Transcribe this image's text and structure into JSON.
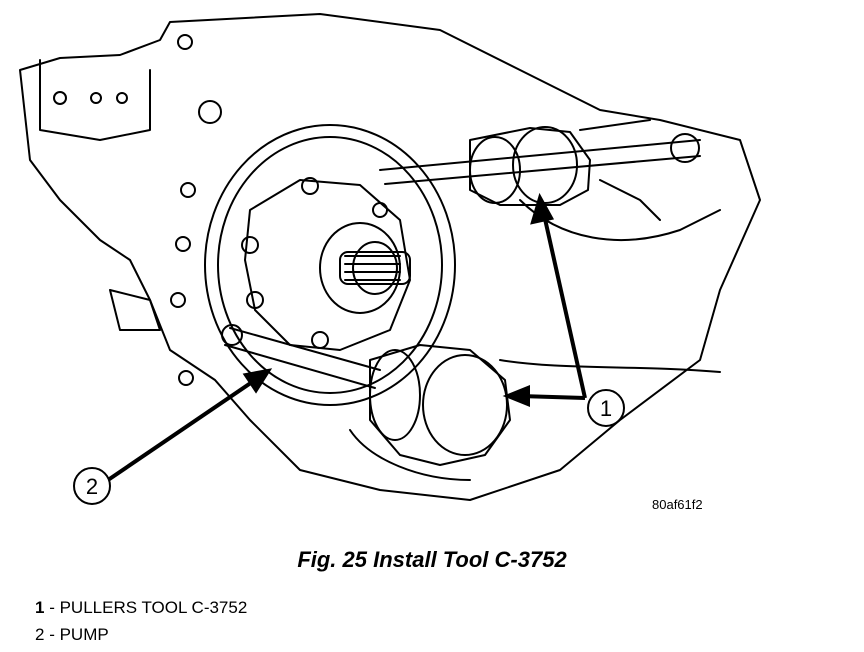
{
  "figure": {
    "image_code": "80af61f2",
    "callouts": [
      "1",
      "2"
    ]
  },
  "caption": "Fig. 25 Install Tool C-3752",
  "legend": [
    {
      "num": "1",
      "text": " - PULLERS TOOL C-3752"
    },
    {
      "num": "2",
      "text": " - PUMP"
    }
  ]
}
